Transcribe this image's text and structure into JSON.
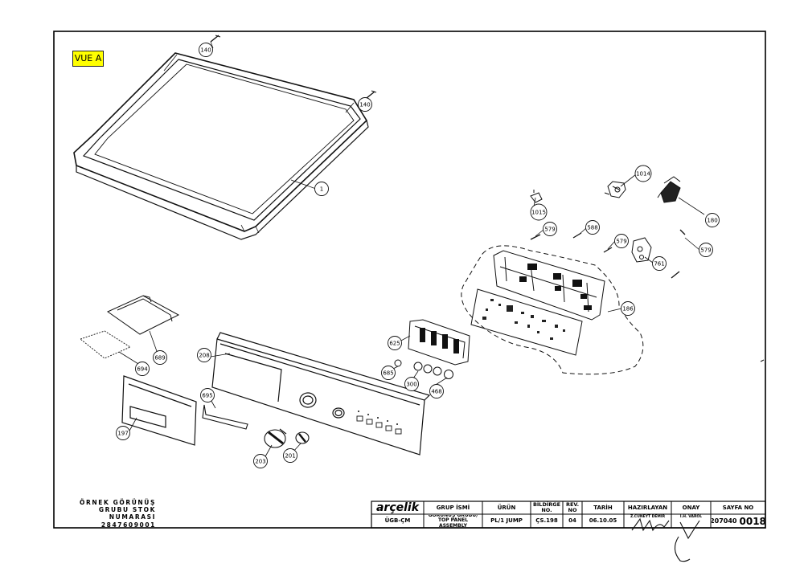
{
  "view_label": "VUE A",
  "stock_block": {
    "line1": "ÖRNEK GÖRÜNÜŞ",
    "line2": "GRUBU STOK NUMARASI",
    "line3": "2847609001"
  },
  "callouts": [
    "140",
    "140",
    "1",
    "1014",
    "1015",
    "180",
    "579",
    "588",
    "579",
    "761",
    "579",
    "186",
    "625",
    "685",
    "300",
    "468",
    "689",
    "694",
    "208",
    "695",
    "197",
    "203",
    "201"
  ],
  "title_block": {
    "logo": "arçelik",
    "headers": {
      "group_name": "GRUP İSMİ",
      "product": "ÜRÜN",
      "bildirge_no": "BİLDİRGE NO.",
      "rev_no": "REV. NO",
      "date": "TARİH",
      "prepared_by": "HAZIRLAYAN",
      "approval": "ONAY",
      "page_no": "SAYFA NO"
    },
    "values": {
      "dept": "ÜGB-ÇM",
      "group_name": "GÖRÜNÜŞ GRUBU/ TOP PANEL ASSEMBLY",
      "product": "PL/1 JUMP",
      "bildirge_no": "ÇS.198",
      "rev_no": "04",
      "date": "06.10.05",
      "prepared_by": "Z.CÜNEYT DEMİR",
      "approval": "İ.H. VAROL",
      "page_prefix": "207040",
      "page_number": "0018"
    }
  }
}
